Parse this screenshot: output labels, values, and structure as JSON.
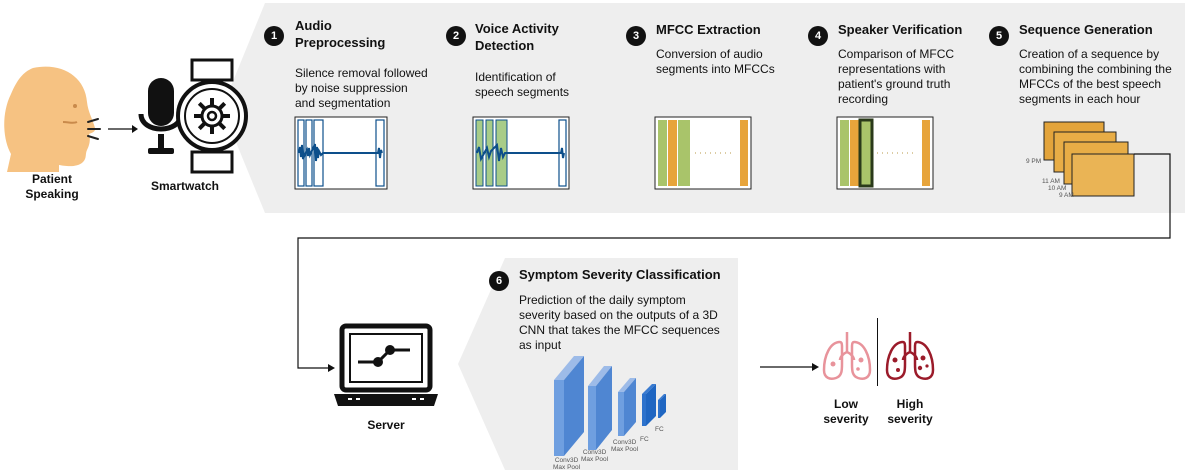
{
  "patient": {
    "label_line1": "Patient",
    "label_line2": "Speaking"
  },
  "smartwatch": {
    "label": "Smartwatch"
  },
  "steps": [
    {
      "num": "1",
      "title_line1": "Audio",
      "title_line2": "Preprocessing",
      "desc": [
        "Silence removal followed",
        "by noise suppression",
        "and segmentation"
      ]
    },
    {
      "num": "2",
      "title_line1": "Voice Activity",
      "title_line2": "Detection",
      "desc": [
        "Identification of",
        "speech segments"
      ]
    },
    {
      "num": "3",
      "title_line1": "MFCC Extraction",
      "title_line2": "",
      "desc": [
        "Conversion of audio",
        "segments into MFCCs"
      ]
    },
    {
      "num": "4",
      "title_line1": "Speaker Verification",
      "title_line2": "",
      "desc": [
        "Comparison of MFCC",
        "representations with",
        "patient's ground truth",
        "recording"
      ]
    },
    {
      "num": "5",
      "title_line1": "Sequence Generation",
      "title_line2": "",
      "desc": [
        "Creation of a sequence by",
        "combining the combining the",
        "MFCCs of the best speech",
        "segments in each hour"
      ]
    }
  ],
  "sequence_times": {
    "t1": "9 PM",
    "t2": "11 AM",
    "t3": "10 AM",
    "t4": "9 AM"
  },
  "server": {
    "label": "Server"
  },
  "classification": {
    "num": "6",
    "title": "Symptom Severity Classification",
    "desc": [
      "Prediction of the daily symptom",
      "severity based on the outputs of a 3D",
      "CNN that takes the MFCC sequences",
      "as input"
    ],
    "cnn_labels": {
      "c1a": "Conv3D",
      "c1b": "Max Pool",
      "c2a": "Conv3D",
      "c2b": "Max Pool",
      "c3a": "Conv3D",
      "c3b": "Max Pool",
      "fc1": "FC",
      "fc2": "FC"
    }
  },
  "severity": {
    "low_line1": "Low",
    "low_line2": "severity",
    "high_line1": "High",
    "high_line2": "severity",
    "low_color": "#e8939b",
    "high_color": "#9b1b2a"
  },
  "colors": {
    "panel": "#eeeeee",
    "wave": "#0d4f8b",
    "mfcc_green": "#9bc068",
    "mfcc_orange": "#e7a43b",
    "cnn_blue": "#5b8fd6"
  }
}
